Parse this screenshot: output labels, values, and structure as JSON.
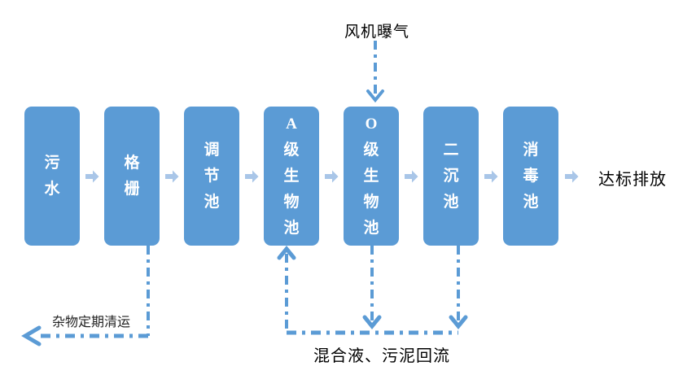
{
  "diagram": {
    "boxes": [
      {
        "id": "sewage",
        "label": "污水"
      },
      {
        "id": "screen",
        "label": "格栅"
      },
      {
        "id": "regulating-tank",
        "label": "调节池"
      },
      {
        "id": "a-bio-tank",
        "label": "A级生物池"
      },
      {
        "id": "o-bio-tank",
        "label": "O级生物池"
      },
      {
        "id": "secondary-clarifier",
        "label": "二沉池"
      },
      {
        "id": "disinfection-tank",
        "label": "消毒池"
      }
    ],
    "labels": {
      "aeration": "风机曝气",
      "debris_removal": "杂物定期清运",
      "return_flow": "混合液、污泥回流",
      "discharge": "达标排放"
    },
    "colors": {
      "box_fill": "#5b9bd5",
      "box_text": "#ffffff",
      "connector_dash": "#5b9bd5",
      "block_arrow": "#a9c6e8",
      "label_text": "#000000"
    }
  }
}
